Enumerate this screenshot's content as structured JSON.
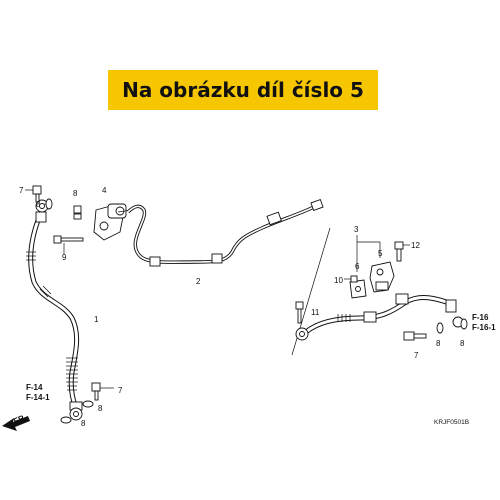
{
  "banner": {
    "text": "Na obrázku díl číslo 5",
    "color": "#f6c700"
  },
  "labels": {
    "p1": "1",
    "p2": "2",
    "p3": "3",
    "p4": "4",
    "p5": "5",
    "p6": "6",
    "p7a": "7",
    "p7b": "7",
    "p7c": "7",
    "p8a": "8",
    "p8b": "8",
    "p8c": "8",
    "p8d": "8",
    "p8e": "8",
    "p8f": "8",
    "p9": "9",
    "p10": "10",
    "p11": "11",
    "p12": "12"
  },
  "refs": {
    "f14": "F-14",
    "f141": "F-14-1",
    "f16": "F-16",
    "f161": "F-16-1",
    "fr": "FR."
  },
  "diagram_code": "KRJF0501B",
  "icons": {
    "front_arrow": "front-direction-arrow-icon"
  }
}
